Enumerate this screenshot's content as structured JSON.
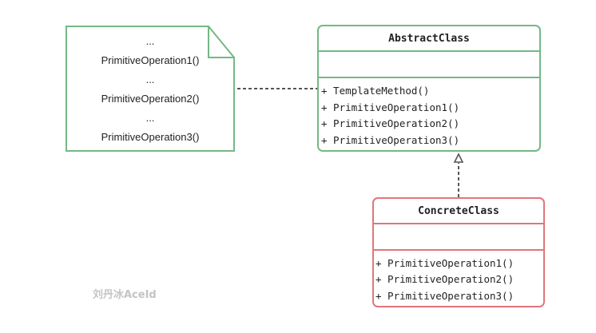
{
  "colors": {
    "green": "#74b886",
    "red": "#e0767c",
    "line": "#555555",
    "text": "#222222",
    "watermark": "#c4c4c4"
  },
  "note": {
    "lines": [
      "...",
      "PrimitiveOperation1()",
      "...",
      "PrimitiveOperation2()",
      "...",
      "PrimitiveOperation3()"
    ]
  },
  "abstract_class": {
    "name": "AbstractClass",
    "methods": [
      "+ TemplateMethod()",
      "+ PrimitiveOperation1()",
      "+ PrimitiveOperation2()",
      "+ PrimitiveOperation3()"
    ]
  },
  "concrete_class": {
    "name": "ConcreteClass",
    "methods": [
      "+ PrimitiveOperation1()",
      "+ PrimitiveOperation2()",
      "+ PrimitiveOperation3()"
    ]
  },
  "watermark": "刘丹冰AceId"
}
